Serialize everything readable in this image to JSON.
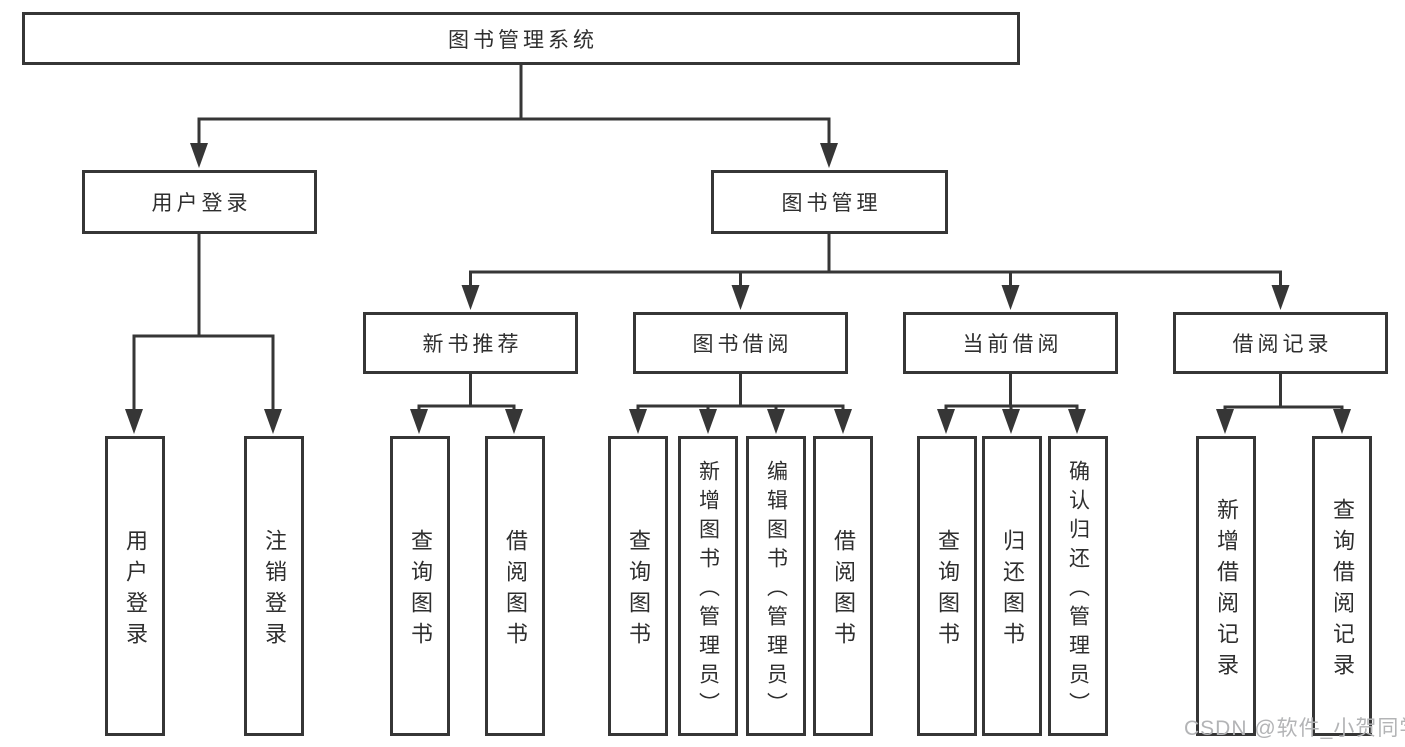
{
  "diagram": {
    "type": "hierarchy-tree",
    "root": {
      "label": "图书管理系统",
      "children": [
        {
          "label": "用户登录",
          "children": [
            {
              "label": "用户登录"
            },
            {
              "label": "注销登录"
            }
          ]
        },
        {
          "label": "图书管理",
          "children": [
            {
              "label": "新书推荐",
              "children": [
                {
                  "label": "查询图书"
                },
                {
                  "label": "借阅图书"
                }
              ]
            },
            {
              "label": "图书借阅",
              "children": [
                {
                  "label": "查询图书"
                },
                {
                  "label": "新增图书（管理员）"
                },
                {
                  "label": "编辑图书（管理员）"
                },
                {
                  "label": "借阅图书"
                }
              ]
            },
            {
              "label": "当前借阅",
              "children": [
                {
                  "label": "查询图书"
                },
                {
                  "label": "归还图书"
                },
                {
                  "label": "确认归还（管理员）"
                }
              ]
            },
            {
              "label": "借阅记录",
              "children": [
                {
                  "label": "新增借阅记录"
                },
                {
                  "label": "查询借阅记录"
                }
              ]
            }
          ]
        }
      ]
    }
  },
  "watermark": {
    "text": "CSDN @软件_小贺同学"
  },
  "colors": {
    "line": "#363636",
    "box_border": "#363636",
    "text": "#2e2e2e",
    "watermark": "#b3b4b6",
    "background": "#ffffff"
  }
}
